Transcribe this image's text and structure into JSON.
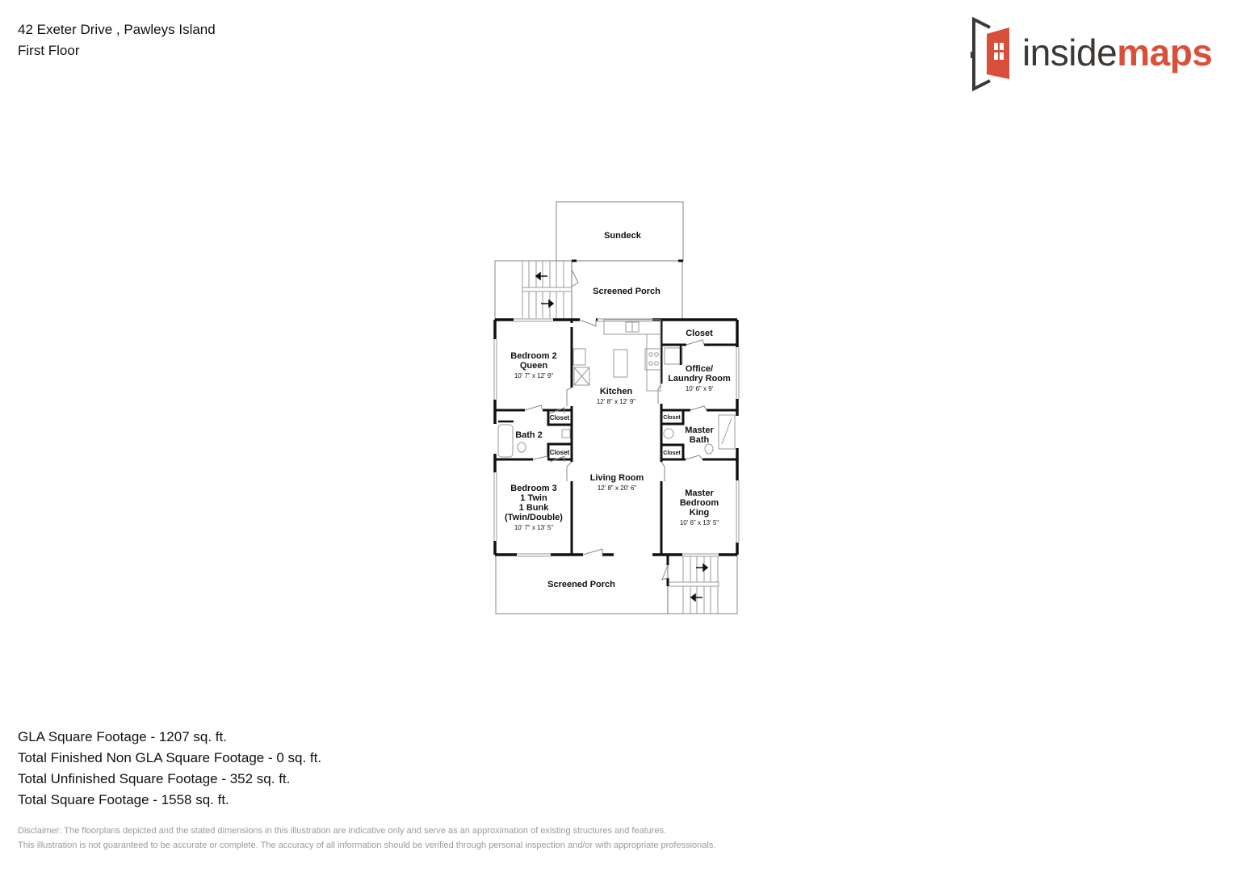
{
  "header": {
    "address": "42 Exeter Drive , Pawleys Island",
    "floor": "First Floor"
  },
  "logo": {
    "text_part1": "inside",
    "text_part2": "maps",
    "icon": "open-door-icon",
    "colors": {
      "dark": "#3b3836",
      "accent": "#d9503a"
    }
  },
  "floorplan": {
    "rooms": [
      {
        "id": "sundeck",
        "name": "Sundeck",
        "lines": [
          "Sundeck"
        ],
        "dims": ""
      },
      {
        "id": "screened-porch-top",
        "name": "Screened Porch",
        "lines": [
          "Screened Porch"
        ],
        "dims": ""
      },
      {
        "id": "closet-top",
        "name": "Closet",
        "lines": [
          "Closet"
        ],
        "dims": ""
      },
      {
        "id": "bedroom-2",
        "name": "Bedroom 2 Queen",
        "lines": [
          "Bedroom 2",
          "Queen"
        ],
        "dims": "10' 7\" x 12' 9\""
      },
      {
        "id": "kitchen",
        "name": "Kitchen",
        "lines": [
          "Kitchen"
        ],
        "dims": "12' 8\" x 12' 9\""
      },
      {
        "id": "office-laundry",
        "name": "Office/ Laundry Room",
        "lines": [
          "Office/",
          "Laundry Room"
        ],
        "dims": "10' 6\" x 9'"
      },
      {
        "id": "bath-2",
        "name": "Bath 2",
        "lines": [
          "Bath 2"
        ],
        "dims": ""
      },
      {
        "id": "bath2-closet-top",
        "name": "Closet",
        "lines": [
          "Closet"
        ],
        "dims": ""
      },
      {
        "id": "bath2-closet-bottom",
        "name": "Closet",
        "lines": [
          "Closet"
        ],
        "dims": ""
      },
      {
        "id": "master-bath",
        "name": "Master Bath",
        "lines": [
          "Master",
          "Bath"
        ],
        "dims": ""
      },
      {
        "id": "mbath-closet-top",
        "name": "Closet",
        "lines": [
          "Closet"
        ],
        "dims": ""
      },
      {
        "id": "mbath-closet-bottom",
        "name": "Closet",
        "lines": [
          "Closet"
        ],
        "dims": ""
      },
      {
        "id": "living-room",
        "name": "Living Room",
        "lines": [
          "Living Room"
        ],
        "dims": "12' 8\" x 20' 6\""
      },
      {
        "id": "bedroom-3",
        "name": "Bedroom 3 1 Twin 1 Bunk (Twin/Double)",
        "lines": [
          "Bedroom 3",
          "1 Twin",
          "1 Bunk",
          "(Twin/Double)"
        ],
        "dims": "10' 7\" x 13' 5\""
      },
      {
        "id": "master-bedroom",
        "name": "Master Bedroom King",
        "lines": [
          "Master",
          "Bedroom",
          "King"
        ],
        "dims": "10' 6\" x 13' 5\""
      },
      {
        "id": "screened-porch-bottom",
        "name": "Screened Porch",
        "lines": [
          "Screened Porch"
        ],
        "dims": ""
      }
    ],
    "stair_arrows": [
      "left-arrow-icon",
      "right-arrow-icon",
      "right-arrow-icon",
      "left-arrow-icon"
    ]
  },
  "stats": {
    "gla": "GLA Square Footage - 1207 sq. ft.",
    "finished_non_gla": "Total Finished Non GLA Square Footage - 0 sq. ft.",
    "unfinished": "Total Unfinished Square Footage - 352 sq. ft.",
    "total": "Total Square Footage - 1558 sq. ft."
  },
  "disclaimer": {
    "line1": "Disclaimer: The floorplans depicted and the stated dimensions in this illustration are indicative only and serve as an approximation of existing structures and features.",
    "line2": "This illustration is not guaranteed to be accurate or complete. The accuracy of all information should be verified through personal inspection and/or with appropriate professionals."
  }
}
